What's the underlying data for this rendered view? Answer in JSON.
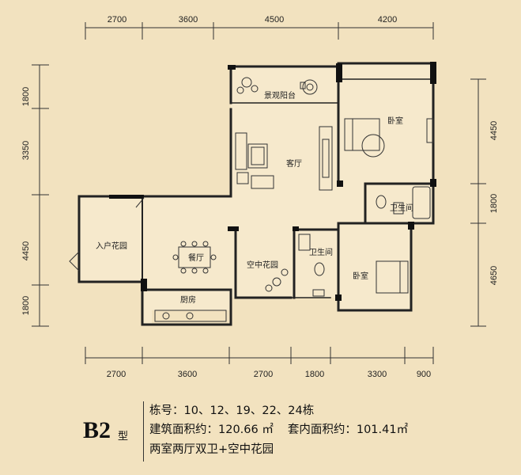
{
  "dimensions": {
    "top": [
      "2700",
      "3600",
      "4500",
      "4200"
    ],
    "bottom": [
      "2700",
      "3600",
      "2700",
      "1800",
      "3300",
      "900"
    ],
    "left": [
      "1800",
      "3350",
      "4450",
      "1800"
    ],
    "right": [
      "4450",
      "1800",
      "4650"
    ]
  },
  "rooms": {
    "balcony": "景观阳台",
    "living": "客厅",
    "bedroom_top": "卧室",
    "bathroom_right": "卫生间",
    "entry_garden": "入户花园",
    "dining": "餐厅",
    "sky_garden": "空中花园",
    "bathroom_mid": "卫生间",
    "bedroom_bottom": "卧室",
    "kitchen": "厨房"
  },
  "info": {
    "type_code": "B2",
    "type_suffix": "型",
    "buildings": "栋号：10、12、19、22、24栋",
    "gross_area": "建筑面积约：120.66 ㎡",
    "inner_area": "套内面积约：101.41㎡",
    "layout": "两室两厅双卫+空中花园"
  }
}
